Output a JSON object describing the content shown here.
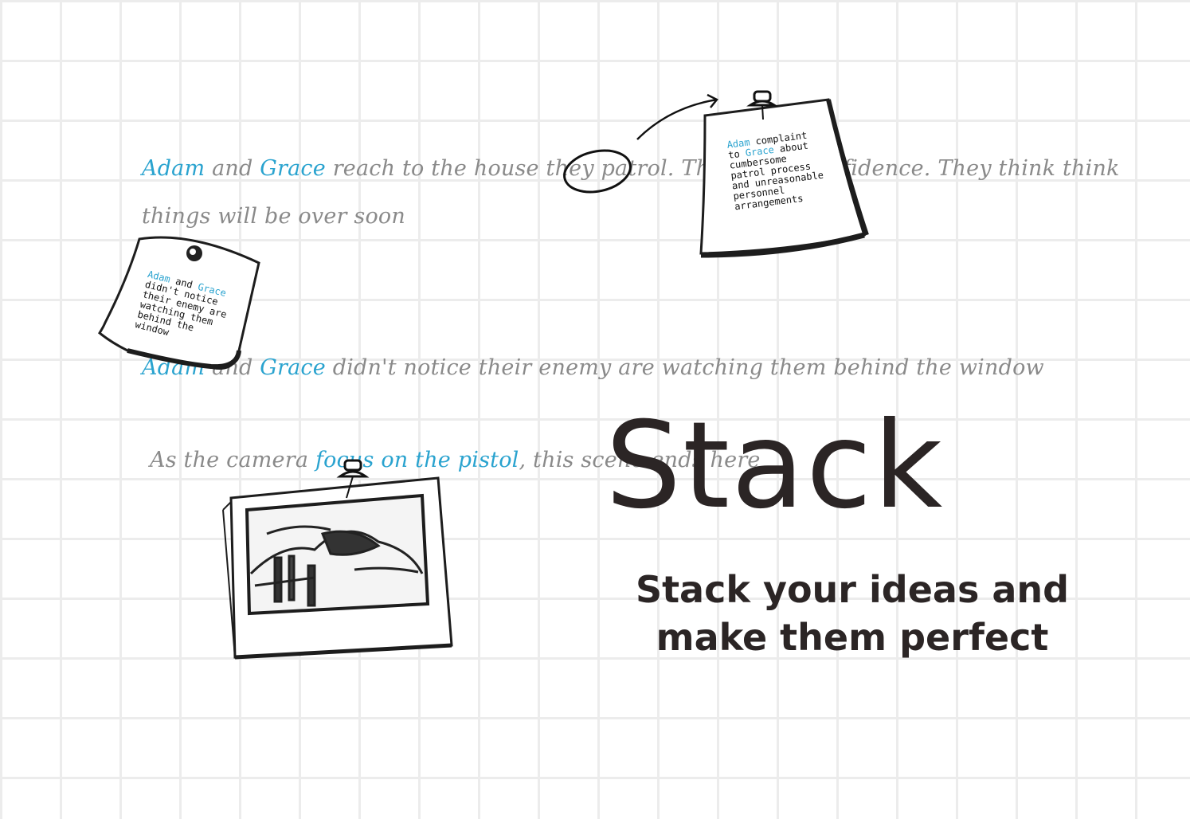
{
  "story": {
    "line1": {
      "name1": "Adam",
      "and": " and ",
      "name2": "Grace",
      "rest_a": " reach to the house they patrol. They are tired",
      "rest_b": "fidence. They think think"
    },
    "line2": "things will be over soon",
    "line3": {
      "name1": "Adam",
      "and": " and ",
      "name2": "Grace",
      "rest": " didn't notice their enemy are watching them behind the window"
    },
    "line4": {
      "pre": "As the camera ",
      "highlight": "focus on the pistol",
      "post": ", this scene ends here"
    }
  },
  "note_left": {
    "name1": "Adam",
    "and": "and",
    "name2": "Grace",
    "lines": [
      "didn't notice",
      "their enemy are",
      "watching them",
      "behind the",
      "window"
    ]
  },
  "note_right": {
    "name1": "Adam",
    "word": "complaint",
    "to": "to",
    "name2": "Grace",
    "about": "about",
    "lines": [
      "cumbersome",
      "patrol process",
      "and unreasonable",
      "personnel",
      "arrangements"
    ]
  },
  "hero": {
    "title": "Stack",
    "tagline": "Stack your ideas and make them perfect"
  },
  "colors": {
    "highlight": "#2aa3cf",
    "ink": "#2b2525",
    "script_text": "#8a8a8a",
    "grid": "#ececec"
  }
}
